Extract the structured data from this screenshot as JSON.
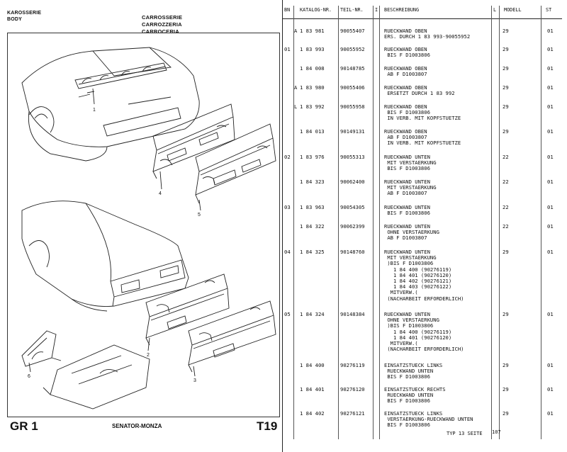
{
  "left_header": {
    "line1": "KAROSSERIE",
    "line2": "BODY"
  },
  "right_header": {
    "line1": "CARROSSERIE",
    "line2": "CARROZZERIA",
    "line3": "CARROCERIA"
  },
  "callouts": [
    "1",
    "4",
    "5",
    "2",
    "3",
    "6"
  ],
  "footer": {
    "group": "GR 1",
    "model": "SENATOR-MONZA",
    "table_code": "T19"
  },
  "table": {
    "headers": {
      "bn": "BN",
      "katalog": "KATALOG-NR.",
      "teil": "TEIL-NR.",
      "i": "I",
      "beschreibung": "BESCHREIBUNG",
      "l": "L",
      "modell": "MODELL",
      "st": "ST"
    },
    "rows": [
      {
        "bn": "",
        "code": "A",
        "katalog": "1 83 981",
        "teil": "90055407",
        "desc": [
          "RUECKWAND OBEN",
          "ERS. DURCH 1 83 993-90055952"
        ],
        "modell": "29",
        "st": "01"
      },
      {
        "bn": "01",
        "code": "",
        "katalog": "1 83 993",
        "teil": "90055952",
        "desc": [
          "RUECKWAND OBEN",
          " BIS F D1003806"
        ],
        "modell": "29",
        "st": "01"
      },
      {
        "bn": "",
        "code": "",
        "katalog": "1 84 008",
        "teil": "90148785",
        "desc": [
          "RUECKWAND OBEN",
          " AB F D1003807"
        ],
        "modell": "29",
        "st": "01"
      },
      {
        "bn": "",
        "code": "A",
        "katalog": "1 83 980",
        "teil": "90055406",
        "desc": [
          "RUECKWAND OBEN",
          " ERSETZT DURCH 1 83 992"
        ],
        "modell": "29",
        "st": "01"
      },
      {
        "bn": "",
        "code": "L",
        "katalog": "1 83 992",
        "teil": "90055958",
        "desc": [
          "RUECKWAND OBEN",
          " BIS F D1003806",
          " IN VERB. MIT KOPFSTUETZE"
        ],
        "modell": "29",
        "st": "01"
      },
      {
        "bn": "",
        "code": "",
        "katalog": "1 84 013",
        "teil": "90149131",
        "desc": [
          "RUECKWAND OBEN",
          " AB F D1003807",
          " IN VERB. MIT KOPFSTUETZE"
        ],
        "modell": "29",
        "st": "01"
      },
      {
        "bn": "02",
        "code": "",
        "katalog": "1 83 976",
        "teil": "90055313",
        "desc": [
          "RUECKWAND UNTEN",
          " MIT VERSTAERKUNG",
          " BIS F D1003806"
        ],
        "modell": "22",
        "st": "01"
      },
      {
        "bn": "",
        "code": "",
        "katalog": "1 84 323",
        "teil": "90062400",
        "desc": [
          "RUECKWAND UNTEN",
          " MIT VERSTAERKUNG",
          " AB F D1003807"
        ],
        "modell": "22",
        "st": "01"
      },
      {
        "bn": "03",
        "code": "",
        "katalog": "1 83 963",
        "teil": "90054305",
        "desc": [
          "RUECKWAND UNTEN",
          " BIS F D1003806"
        ],
        "modell": "22",
        "st": "01"
      },
      {
        "bn": "",
        "code": "",
        "katalog": "1 84 322",
        "teil": "90062399",
        "desc": [
          "RUECKWAND UNTEN",
          " OHNE VERSTAERKUNG",
          " AB F D1003807"
        ],
        "modell": "22",
        "st": "01"
      },
      {
        "bn": "04",
        "code": "",
        "katalog": "1 84 325",
        "teil": "90148760",
        "desc": [
          "RUECKWAND UNTEN",
          " MIT VERSTAERKUNG",
          " )BIS F D1003806",
          "   1 84 400 (90276119)",
          "   1 84 401 (90276120)",
          "   1 84 402 (90276121)",
          "   1 84 403 (90276122)",
          "  MITVERW.(",
          " (NACHARBEIT ERFORDERLICH)"
        ],
        "modell": "29",
        "st": "01"
      },
      {
        "bn": "05",
        "code": "",
        "katalog": "1 84 324",
        "teil": "90148384",
        "desc": [
          "RUECKWAND UNTEN",
          " OHNE VERSTAERKUNG",
          " )BIS F D1003806",
          "   1 84 400 (90276119)",
          "   1 84 401 (90276120)",
          "  MITVERW.(",
          " (NACHARBEIT ERFORDERLICH)"
        ],
        "modell": "29",
        "st": "01"
      },
      {
        "bn": "",
        "code": "",
        "katalog": "1 84 400",
        "teil": "90276119",
        "desc": [
          "EINSATZSTUECK LINKS",
          " RUECKWAND UNTEN",
          " BIS F D1003806"
        ],
        "modell": "29",
        "st": "01"
      },
      {
        "bn": "",
        "code": "",
        "katalog": "1 84 401",
        "teil": "90276120",
        "desc": [
          "EINSATZSTUECK RECHTS",
          " RUECKWAND UNTEN",
          " BIS F D1003806"
        ],
        "modell": "29",
        "st": "01"
      },
      {
        "bn": "",
        "code": "",
        "katalog": "1 84 402",
        "teil": "90276121",
        "desc": [
          "EINSATZSTUECK LINKS",
          " VERSTAERKUNG-RUECKWAND UNTEN",
          " BIS F D1003806"
        ],
        "modell": "29",
        "st": "01"
      }
    ],
    "page_footer": "TYP  13 SEITE",
    "page_number": "107"
  }
}
